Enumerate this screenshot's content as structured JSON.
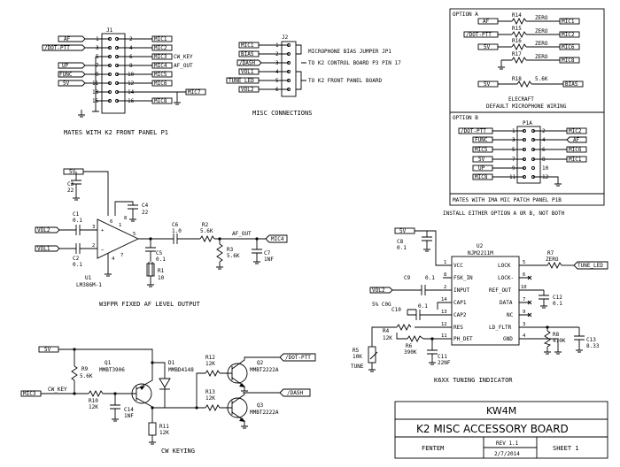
{
  "j1": {
    "ref": "J1",
    "left_labels": [
      "AF",
      "/DOT-PTT",
      "UP",
      "FUNC",
      "5V"
    ],
    "left_pins": [
      "1",
      "3",
      "5",
      "7",
      "9",
      "11",
      "13",
      "15"
    ],
    "right_pins": [
      "2",
      "4",
      "6",
      "8",
      "10",
      "12",
      "14",
      "16"
    ],
    "right_labels": [
      "MIC1",
      "MIC2",
      "MIC3",
      "MIC4",
      "MIC5",
      "MIC6",
      "MIC7",
      "MIC8"
    ],
    "note1": "CW_KEY",
    "note2": "AF_OUT",
    "caption": "MATES WITH K2 FRONT PANEL P1"
  },
  "j2": {
    "ref": "J2",
    "labels": [
      "MIC1",
      "BIAS",
      "/DASH",
      "VOL1",
      "TUNE_LED",
      "VOL2"
    ],
    "pins": [
      "1",
      "2",
      "3",
      "4",
      "5",
      "6"
    ],
    "note_bias": "MICROPHONE BIAS JUMPER JP1",
    "note_control": "TO K2 CONTROL BOARD P3 PIN 17",
    "note_front": "TO K2 FRONT PANEL BOARD",
    "caption": "MISC CONNECTIONS"
  },
  "option_a": {
    "title": "OPTION A",
    "rows": [
      {
        "left": "AF",
        "ref": "R14",
        "val": "ZERO",
        "right": "MIC1"
      },
      {
        "left": "/DOT-PTT",
        "ref": "R15",
        "val": "ZERO",
        "right": "MIC2"
      },
      {
        "left": "5V",
        "ref": "R16",
        "val": "ZERO",
        "right": "MIC6"
      },
      {
        "left": "",
        "ref": "R17",
        "val": "ZERO",
        "right": "MIC8"
      }
    ],
    "bias_row": {
      "left": "5V",
      "ref": "R18",
      "val": "5.6K",
      "right": "BIAS"
    },
    "caption1": "ELECRAFT",
    "caption2": "DEFAULT MICROPHONE WIRING"
  },
  "option_b": {
    "title": "OPTION B",
    "ref": "P1A",
    "left_labels": [
      "/DOT-PTT",
      "FUNC",
      "MIC5",
      "5V",
      "UP",
      "MIC8"
    ],
    "left_pins": [
      "1",
      "3",
      "5",
      "7",
      "9",
      "11"
    ],
    "right_pins": [
      "2",
      "4",
      "6",
      "8",
      "10",
      "12"
    ],
    "right_labels": [
      "MIC2",
      "AF",
      "MIC6",
      "MIC1"
    ],
    "caption": "MATES WITH IMA MIC PATCH PANEL P1B",
    "install_note": "INSTALL EITHER OPTION A OR B, NOT BOTH"
  },
  "af_amp": {
    "supply": "5V",
    "c3": {
      "ref": "C3",
      "val": "22"
    },
    "c4": {
      "ref": "C4",
      "val": "22"
    },
    "c1": {
      "ref": "C1",
      "val": "0.1"
    },
    "c2": {
      "ref": "C2",
      "val": "0.1"
    },
    "c5": {
      "ref": "C5",
      "val": "0.1"
    },
    "c6": {
      "ref": "C6",
      "val": "1.0"
    },
    "c7": {
      "ref": "C7",
      "val": "1NF"
    },
    "r1": {
      "ref": "R1",
      "val": "10"
    },
    "r2": {
      "ref": "R2",
      "val": "5.6K"
    },
    "r3": {
      "ref": "R3",
      "val": "5.6K"
    },
    "u1": {
      "ref": "U1",
      "val": "LM386M-1"
    },
    "in1": "VOL2",
    "in2": "VOL1",
    "net_af": "AF_OUT",
    "out": "MIC4",
    "pins": [
      "6",
      "3",
      "2",
      "4",
      "5",
      "8",
      "1",
      "7"
    ],
    "caption": "W3FPR FIXED AF LEVEL OUTPUT"
  },
  "tuning": {
    "supply": "5V",
    "c8": {
      "ref": "C8",
      "val": "0.1"
    },
    "c9": {
      "ref": "C9",
      "val": "0.1"
    },
    "c10": {
      "ref": "C10",
      "val": "0.1"
    },
    "c11": {
      "ref": "C11",
      "val": "22NF"
    },
    "c12": {
      "ref": "C12",
      "val": "0.1"
    },
    "c13": {
      "ref": "C13",
      "val": "8.33"
    },
    "r4": {
      "ref": "R4",
      "val": "12K"
    },
    "r5": {
      "ref": "R5",
      "val": "10K"
    },
    "r5_note": "TUNE",
    "r6": {
      "ref": "R6",
      "val": "390K"
    },
    "r7": {
      "ref": "R7",
      "val": "ZERO"
    },
    "r8": {
      "ref": "R8",
      "val": "470K"
    },
    "u2": {
      "ref": "U2",
      "val": "NJM2211M"
    },
    "left_pins": [
      {
        "num": "1",
        "name": "VCC"
      },
      {
        "num": "8",
        "name": "FSK_IN"
      },
      {
        "num": "2",
        "name": "INPUT"
      },
      {
        "num": "14",
        "name": "CAP1"
      },
      {
        "num": "13",
        "name": "CAP2"
      },
      {
        "num": "12",
        "name": "RES"
      },
      {
        "num": "11",
        "name": "PH_DET"
      }
    ],
    "right_pins": [
      {
        "num": "5",
        "name": "LOCK"
      },
      {
        "num": "6",
        "name": "LOCK-"
      },
      {
        "num": "10",
        "name": "REF_OUT"
      },
      {
        "num": "7",
        "name": "DATA"
      },
      {
        "num": "9",
        "name": "NC"
      },
      {
        "num": "3",
        "name": "LD_FLTR"
      },
      {
        "num": "4",
        "name": "GND"
      }
    ],
    "c10_note": "5% C0G",
    "in": "VOL2",
    "out": "TUNE_LED",
    "caption": "K6XX TUNING INDICATOR"
  },
  "cw": {
    "supply": "5V",
    "r9": {
      "ref": "R9",
      "val": "5.6K"
    },
    "r10": {
      "ref": "R10",
      "val": "12K"
    },
    "r11": {
      "ref": "R11",
      "val": "12K"
    },
    "r12": {
      "ref": "R12",
      "val": "12K"
    },
    "r13": {
      "ref": "R13",
      "val": "12K"
    },
    "c14": {
      "ref": "C14",
      "val": "1NF"
    },
    "d1": {
      "ref": "D1",
      "val": "MMBD4148"
    },
    "q1": {
      "ref": "Q1",
      "val": "MMBT3906"
    },
    "q2": {
      "ref": "Q2",
      "val": "MMBT2222A"
    },
    "q3": {
      "ref": "Q3",
      "val": "MMBT2222A"
    },
    "in_conn": "MIC3",
    "in_net": "CW_KEY",
    "out1": "/DOT-PTT",
    "out2": "/DASH",
    "caption": "CW KEYING"
  },
  "title_block": {
    "callsign": "KW4M",
    "title": "K2 MISC ACCESSORY BOARD",
    "author": "FENTEM",
    "rev": "REV 1.1",
    "date": "2/7/2014",
    "sheet": "SHEET 1"
  }
}
